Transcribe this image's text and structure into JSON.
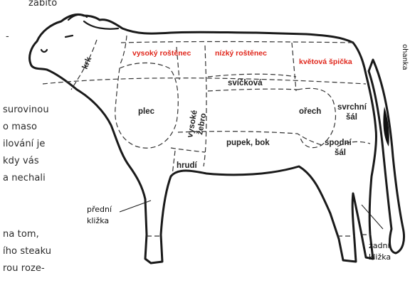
{
  "background_text": [
    "zabito",
    "-",
    "surovinou",
    "o maso",
    "ilování je",
    "kdy vás",
    "a nechali",
    "na tom,",
    "ího steaku",
    "rou roze-"
  ],
  "edge_text": "ohanka",
  "cuts": {
    "krk": "krk",
    "vysoky_rostenec": "vysoký roštěnec",
    "nizky_rostenec": "nízký roštěnec",
    "kvetova_spicka": "květová špička",
    "svickova": "svíčková",
    "plec": "plec",
    "vysoke_zebro_1": "vysoké",
    "vysoke_zebro_2": "žebro",
    "orech": "ořech",
    "svrchni_sal_1": "svrchní",
    "svrchni_sal_2": "šál",
    "pupek_bok": "pupek, bok",
    "spodni_sal_1": "spodní",
    "spodni_sal_2": "šál",
    "hrudi": "hrudí",
    "predni_klizka_1": "přední",
    "predni_klizka_2": "kližka",
    "zadni_klizka_1": "zadní",
    "zadni_klizka_2": "kližka"
  },
  "colors": {
    "outline": "#1a1a1a",
    "premium_label": "#e0261b",
    "label": "#222222"
  }
}
